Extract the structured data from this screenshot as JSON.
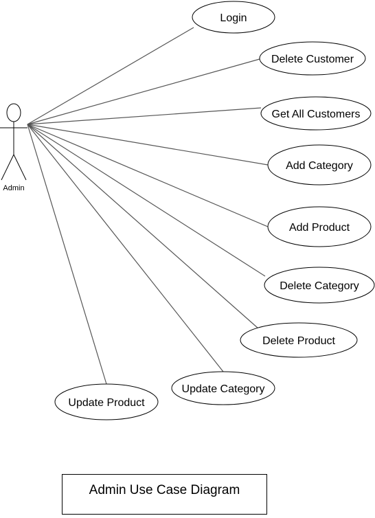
{
  "actor": {
    "label": "Admin"
  },
  "use_cases": [
    {
      "id": "login",
      "label": "Login"
    },
    {
      "id": "delete-customer",
      "label": "Delete Customer"
    },
    {
      "id": "get-all-customers",
      "label": "Get All Customers"
    },
    {
      "id": "add-category",
      "label": "Add Category"
    },
    {
      "id": "add-product",
      "label": "Add Product"
    },
    {
      "id": "delete-category",
      "label": "Delete Category"
    },
    {
      "id": "delete-product",
      "label": "Delete Product"
    },
    {
      "id": "update-category",
      "label": "Update Category"
    },
    {
      "id": "update-product",
      "label": "Update Product"
    }
  ],
  "caption": {
    "text": "Admin Use Case Diagram"
  }
}
